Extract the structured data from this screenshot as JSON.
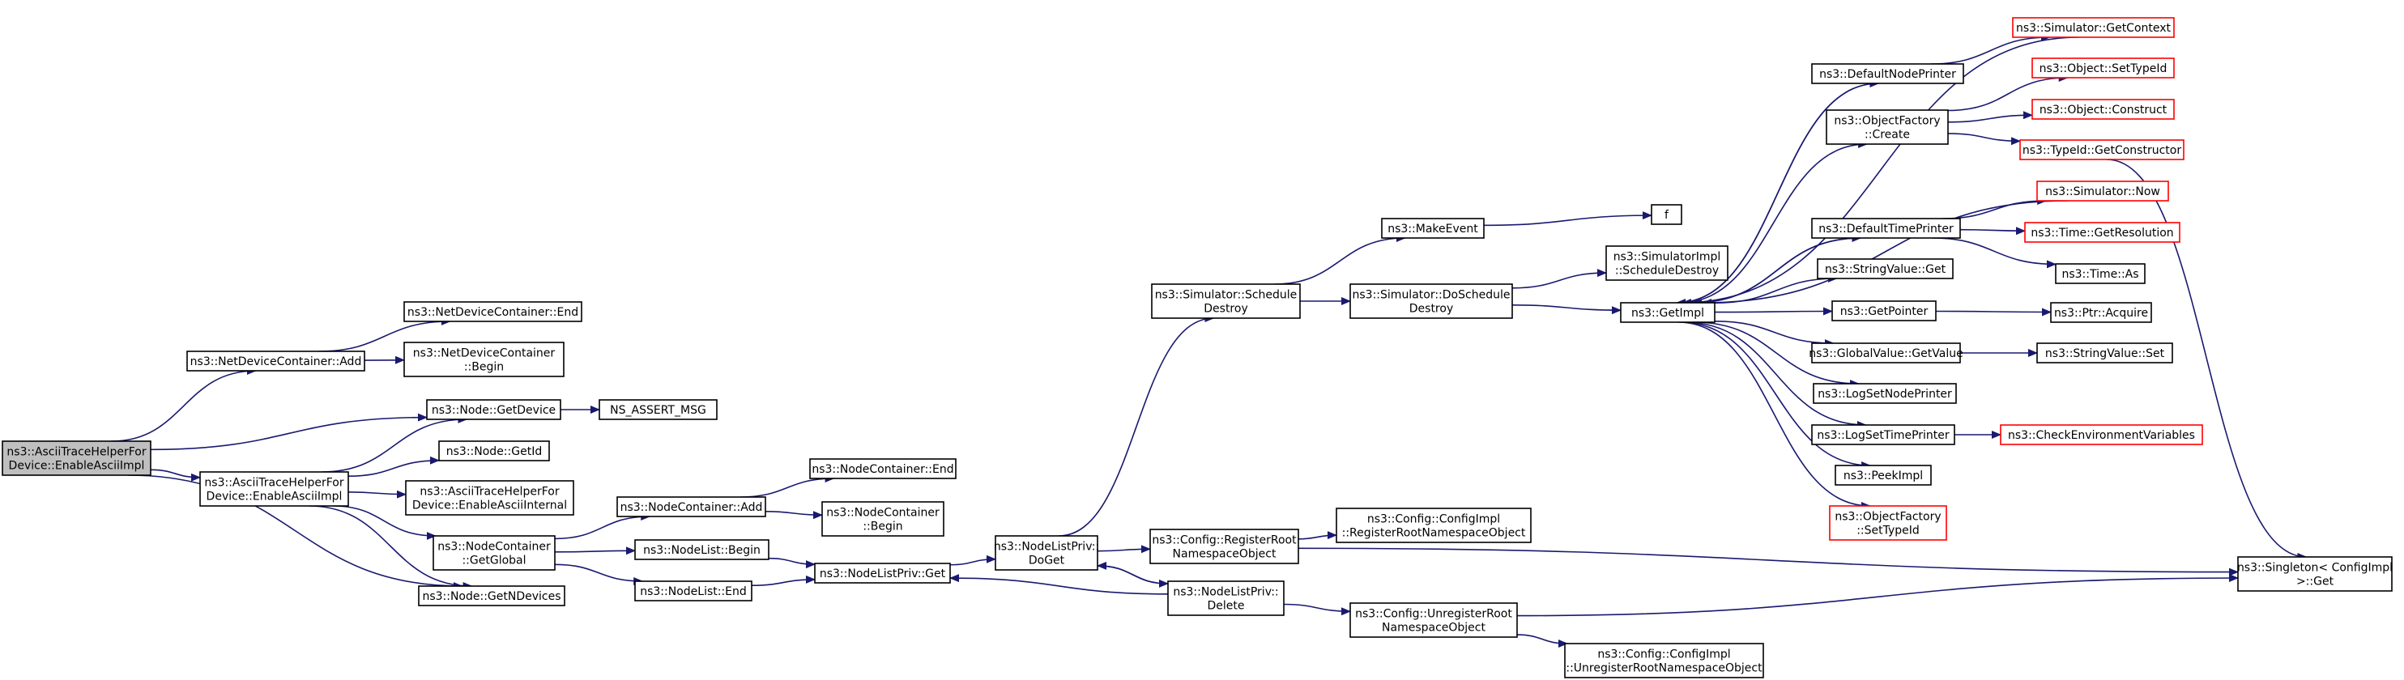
{
  "colors": {
    "edge": "#191970",
    "node_border": "#000000",
    "node_border_truncated": "#ff0000",
    "node_fill": "#ffffff",
    "focus_fill": "#bfbfbf"
  },
  "nodes": {
    "root": {
      "lines": [
        "ns3::AsciiTraceHelperFor",
        "Device::EnableAsciiImpl"
      ],
      "style": "focus"
    },
    "ndc_add": {
      "lines": [
        "ns3::NetDeviceContainer::Add"
      ],
      "style": "normal"
    },
    "ndc_end": {
      "lines": [
        "ns3::NetDeviceContainer::End"
      ],
      "style": "normal"
    },
    "ndc_begin": {
      "lines": [
        "ns3::NetDeviceContainer",
        "::Begin"
      ],
      "style": "normal"
    },
    "node_getdevice": {
      "lines": [
        "ns3::Node::GetDevice"
      ],
      "style": "normal"
    },
    "ns_assert": {
      "lines": [
        "NS_ASSERT_MSG"
      ],
      "style": "normal"
    },
    "node_getid": {
      "lines": [
        "ns3::Node::GetId"
      ],
      "style": "normal"
    },
    "enable_ascii_impl2": {
      "lines": [
        "ns3::AsciiTraceHelperFor",
        "Device::EnableAsciiImpl"
      ],
      "style": "normal"
    },
    "enable_ascii_internal": {
      "lines": [
        "ns3::AsciiTraceHelperFor",
        "Device::EnableAsciiInternal"
      ],
      "style": "normal"
    },
    "nc_getglobal": {
      "lines": [
        "ns3::NodeContainer",
        "::GetGlobal"
      ],
      "style": "normal"
    },
    "node_getndevices": {
      "lines": [
        "ns3::Node::GetNDevices"
      ],
      "style": "normal"
    },
    "nc_add": {
      "lines": [
        "ns3::NodeContainer::Add"
      ],
      "style": "normal"
    },
    "nc_end": {
      "lines": [
        "ns3::NodeContainer::End"
      ],
      "style": "normal"
    },
    "nc_begin": {
      "lines": [
        "ns3::NodeContainer",
        "::Begin"
      ],
      "style": "normal"
    },
    "nl_begin": {
      "lines": [
        "ns3::NodeList::Begin"
      ],
      "style": "normal"
    },
    "nl_end": {
      "lines": [
        "ns3::NodeList::End"
      ],
      "style": "normal"
    },
    "nlp_get": {
      "lines": [
        "ns3::NodeListPriv::Get"
      ],
      "style": "normal"
    },
    "nlp_doget": {
      "lines": [
        "ns3::NodeListPriv::",
        "DoGet"
      ],
      "style": "normal"
    },
    "sim_schedule_destroy": {
      "lines": [
        "ns3::Simulator::Schedule",
        "Destroy"
      ],
      "style": "normal"
    },
    "make_event": {
      "lines": [
        "ns3::MakeEvent"
      ],
      "style": "normal"
    },
    "f": {
      "lines": [
        "f"
      ],
      "style": "normal"
    },
    "sim_do_schedule_destroy": {
      "lines": [
        "ns3::Simulator::DoSchedule",
        "Destroy"
      ],
      "style": "normal"
    },
    "simimpl_schedule_destroy": {
      "lines": [
        "ns3::SimulatorImpl",
        "::ScheduleDestroy"
      ],
      "style": "normal"
    },
    "get_impl": {
      "lines": [
        "ns3::GetImpl"
      ],
      "style": "normal"
    },
    "cfg_register": {
      "lines": [
        "ns3::Config::RegisterRoot",
        "NamespaceObject"
      ],
      "style": "normal"
    },
    "nlp_delete": {
      "lines": [
        "ns3::NodeListPriv::",
        "Delete"
      ],
      "style": "normal"
    },
    "cfgimpl_register": {
      "lines": [
        "ns3::Config::ConfigImpl",
        "::RegisterRootNamespaceObject"
      ],
      "style": "normal"
    },
    "cfg_unregister": {
      "lines": [
        "ns3::Config::UnregisterRoot",
        "NamespaceObject"
      ],
      "style": "normal"
    },
    "cfgimpl_unregister": {
      "lines": [
        "ns3::Config::ConfigImpl",
        "::UnregisterRootNamespaceObject"
      ],
      "style": "normal"
    },
    "default_node_printer": {
      "lines": [
        "ns3::DefaultNodePrinter"
      ],
      "style": "normal"
    },
    "object_factory_create": {
      "lines": [
        "ns3::ObjectFactory",
        "::Create"
      ],
      "style": "normal"
    },
    "default_time_printer": {
      "lines": [
        "ns3::DefaultTimePrinter"
      ],
      "style": "normal"
    },
    "stringvalue_get": {
      "lines": [
        "ns3::StringValue::Get"
      ],
      "style": "normal"
    },
    "get_pointer": {
      "lines": [
        "ns3::GetPointer"
      ],
      "style": "normal"
    },
    "globalvalue_getvalue": {
      "lines": [
        "ns3::GlobalValue::GetValue"
      ],
      "style": "normal"
    },
    "log_set_node_printer": {
      "lines": [
        "ns3::LogSetNodePrinter"
      ],
      "style": "normal"
    },
    "log_set_time_printer": {
      "lines": [
        "ns3::LogSetTimePrinter"
      ],
      "style": "normal"
    },
    "peek_impl": {
      "lines": [
        "ns3::PeekImpl"
      ],
      "style": "normal"
    },
    "object_factory_settypeid": {
      "lines": [
        "ns3::ObjectFactory",
        "::SetTypeId"
      ],
      "style": "truncated"
    },
    "sim_get_context": {
      "lines": [
        "ns3::Simulator::GetContext"
      ],
      "style": "truncated"
    },
    "object_settypeid": {
      "lines": [
        "ns3::Object::SetTypeId"
      ],
      "style": "truncated"
    },
    "object_construct": {
      "lines": [
        "ns3::Object::Construct"
      ],
      "style": "truncated"
    },
    "typeid_getconstructor": {
      "lines": [
        "ns3::TypeId::GetConstructor"
      ],
      "style": "truncated"
    },
    "sim_now": {
      "lines": [
        "ns3::Simulator::Now"
      ],
      "style": "truncated"
    },
    "time_getresolution": {
      "lines": [
        "ns3::Time::GetResolution"
      ],
      "style": "truncated"
    },
    "time_as": {
      "lines": [
        "ns3::Time::As"
      ],
      "style": "normal"
    },
    "ptr_acquire": {
      "lines": [
        "ns3::Ptr::Acquire"
      ],
      "style": "normal"
    },
    "stringvalue_set": {
      "lines": [
        "ns3::StringValue::Set"
      ],
      "style": "normal"
    },
    "check_env": {
      "lines": [
        "ns3::CheckEnvironmentVariables"
      ],
      "style": "truncated"
    },
    "singleton_get": {
      "lines": [
        "ns3::Singleton< ConfigImpl",
        " >::Get"
      ],
      "style": "normal"
    }
  },
  "edges": [
    [
      "root",
      "ndc_add"
    ],
    [
      "root",
      "node_getdevice"
    ],
    [
      "root",
      "enable_ascii_impl2"
    ],
    [
      "root",
      "node_getndevices"
    ],
    [
      "ndc_add",
      "ndc_end"
    ],
    [
      "ndc_add",
      "ndc_begin"
    ],
    [
      "node_getdevice",
      "ns_assert"
    ],
    [
      "enable_ascii_impl2",
      "node_getdevice"
    ],
    [
      "enable_ascii_impl2",
      "node_getid"
    ],
    [
      "enable_ascii_impl2",
      "enable_ascii_internal"
    ],
    [
      "enable_ascii_impl2",
      "nc_getglobal"
    ],
    [
      "enable_ascii_impl2",
      "node_getndevices"
    ],
    [
      "nc_getglobal",
      "nc_add"
    ],
    [
      "nc_getglobal",
      "nl_begin"
    ],
    [
      "nc_getglobal",
      "nl_end"
    ],
    [
      "nc_add",
      "nc_end"
    ],
    [
      "nc_add",
      "nc_begin"
    ],
    [
      "nl_begin",
      "nlp_get"
    ],
    [
      "nl_end",
      "nlp_get"
    ],
    [
      "nlp_get",
      "nlp_doget"
    ],
    [
      "nlp_doget",
      "sim_schedule_destroy"
    ],
    [
      "nlp_doget",
      "cfg_register"
    ],
    [
      "nlp_doget",
      "nlp_delete"
    ],
    [
      "nlp_delete",
      "nlp_get"
    ],
    [
      "nlp_delete",
      "nlp_doget"
    ],
    [
      "nlp_delete",
      "cfg_unregister"
    ],
    [
      "sim_schedule_destroy",
      "make_event"
    ],
    [
      "sim_schedule_destroy",
      "sim_do_schedule_destroy"
    ],
    [
      "make_event",
      "f"
    ],
    [
      "sim_do_schedule_destroy",
      "simimpl_schedule_destroy"
    ],
    [
      "sim_do_schedule_destroy",
      "get_impl"
    ],
    [
      "cfg_register",
      "cfgimpl_register"
    ],
    [
      "cfg_register",
      "singleton_get"
    ],
    [
      "cfg_unregister",
      "cfgimpl_unregister"
    ],
    [
      "cfg_unregister",
      "singleton_get"
    ],
    [
      "get_impl",
      "default_node_printer"
    ],
    [
      "get_impl",
      "object_factory_create"
    ],
    [
      "get_impl",
      "default_time_printer"
    ],
    [
      "get_impl",
      "stringvalue_get"
    ],
    [
      "get_impl",
      "get_pointer"
    ],
    [
      "get_impl",
      "globalvalue_getvalue"
    ],
    [
      "get_impl",
      "log_set_node_printer"
    ],
    [
      "get_impl",
      "log_set_time_printer"
    ],
    [
      "get_impl",
      "peek_impl"
    ],
    [
      "get_impl",
      "object_factory_settypeid"
    ],
    [
      "default_node_printer",
      "get_impl"
    ],
    [
      "default_node_printer",
      "sim_get_context"
    ],
    [
      "object_factory_create",
      "object_settypeid"
    ],
    [
      "object_factory_create",
      "object_construct"
    ],
    [
      "object_factory_create",
      "typeid_getconstructor"
    ],
    [
      "default_time_printer",
      "get_impl"
    ],
    [
      "default_time_printer",
      "sim_now"
    ],
    [
      "default_time_printer",
      "time_getresolution"
    ],
    [
      "default_time_printer",
      "time_as"
    ],
    [
      "get_pointer",
      "ptr_acquire"
    ],
    [
      "globalvalue_getvalue",
      "stringvalue_set"
    ],
    [
      "log_set_time_printer",
      "check_env"
    ],
    [
      "sim_get_context",
      "get_impl"
    ],
    [
      "sim_now",
      "get_impl"
    ],
    [
      "typeid_getconstructor",
      "singleton_get"
    ]
  ]
}
